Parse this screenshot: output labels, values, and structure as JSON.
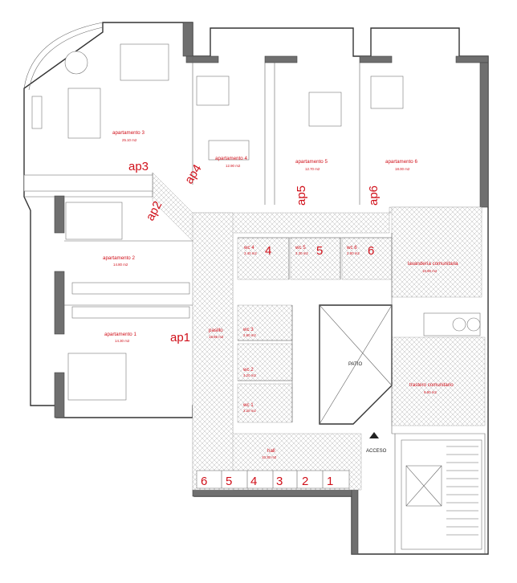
{
  "rooms": {
    "ap3": {
      "name": "apartamento 3",
      "area": "25.10 m2",
      "tag": "ap3"
    },
    "ap4": {
      "name": "apartamento 4",
      "area": "12.90 m2",
      "tag": "ap4"
    },
    "ap5": {
      "name": "apartamento 5",
      "area": "12.70 m2",
      "tag": "ap5"
    },
    "ap6": {
      "name": "apartamento 6",
      "area": "18.00 m2",
      "tag": "ap6"
    },
    "ap2": {
      "name": "apartamento 2",
      "area": "14.80 m2",
      "tag": "ap2"
    },
    "ap1": {
      "name": "apartamento 1",
      "area": "14.30 m2",
      "tag": "ap1"
    },
    "pasillo": {
      "name": "pasillo",
      "area": "18.65 m2"
    },
    "lavanderia": {
      "name": "lavandería comunitaria",
      "area": "10.80 m2"
    },
    "trastero": {
      "name": "trastero comunitario",
      "area": "9.80 m2"
    },
    "hall": {
      "name": "hall",
      "area": "10.30 m2"
    },
    "patio": {
      "name": "PATIO"
    },
    "acceso": {
      "name": "ACCESO"
    }
  },
  "wcs": [
    {
      "name": "wc 4",
      "area": "3.40 m2",
      "num": "4"
    },
    {
      "name": "wc 5",
      "area": "3.30 m2",
      "num": "5"
    },
    {
      "name": "wc 6",
      "area": "2.80 m2",
      "num": "6"
    },
    {
      "name": "wc 3",
      "area": "2.60 m2"
    },
    {
      "name": "wc 2",
      "area": "3.20 m2"
    },
    {
      "name": "wc 1",
      "area": "3.20 m2"
    }
  ],
  "lockers": [
    "6",
    "5",
    "4",
    "3",
    "2",
    "1"
  ],
  "colors": {
    "accent": "#d0101a",
    "wall": "#6f6f6f",
    "hatch": "#bdbdbd"
  }
}
